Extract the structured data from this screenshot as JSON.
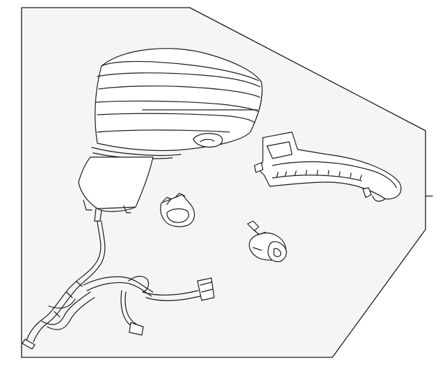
{
  "diagram": {
    "background_color": "#ffffff",
    "panel_fill": "#f5f5f5",
    "line_color": "#1a1a1a",
    "parts": [
      {
        "id": "mirror-assembly",
        "icon": "side-mirror-housing"
      },
      {
        "id": "wire-harness",
        "icon": "wiring-harness-with-connectors"
      },
      {
        "id": "turn-signal-lamp",
        "icon": "turn-signal-lamp"
      },
      {
        "id": "puddle-lamp",
        "icon": "puddle-lamp"
      },
      {
        "id": "camera",
        "icon": "camera-module"
      }
    ]
  }
}
